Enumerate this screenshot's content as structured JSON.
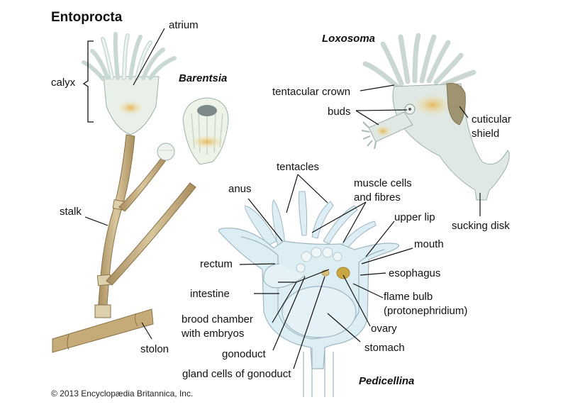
{
  "title": "Entoprocta",
  "credit": "© 2013 Encyclopædia Britannica, Inc.",
  "colors": {
    "stalk": "#c9b48a",
    "stalk_dark": "#a48a5c",
    "body_pale": "#e8efe9",
    "yellow": "#e6c46a",
    "pedicellina_fill": "#dcedf3",
    "pedicellina_line": "#9fb7c2",
    "shield": "#9c9270",
    "leader": "#111111"
  },
  "species": {
    "barentsia": "Barentsia",
    "loxosoma": "Loxosoma",
    "pedicellina": "Pedicellina"
  },
  "labels": {
    "barentsia": {
      "atrium": "atrium",
      "calyx": "calyx",
      "stalk": "stalk",
      "stolon": "stolon"
    },
    "loxosoma": {
      "tentacular_crown": "tentacular crown",
      "buds": "buds",
      "cuticular_shield_1": "cuticular",
      "cuticular_shield_2": "shield",
      "sucking_disk": "sucking disk"
    },
    "pedicellina": {
      "tentacles": "tentacles",
      "anus": "anus",
      "muscle_1": "muscle cells",
      "muscle_2": "and fibres",
      "upper_lip": "upper lip",
      "mouth": "mouth",
      "rectum": "rectum",
      "esophagus": "esophagus",
      "intestine": "intestine",
      "flame_bulb_1": "flame bulb",
      "flame_bulb_2": "(protonephridium)",
      "brood_1": "brood chamber",
      "brood_2": "with embryos",
      "ovary": "ovary",
      "gonoduct": "gonoduct",
      "stomach": "stomach",
      "gland_cells": "gland cells of gonoduct"
    }
  }
}
